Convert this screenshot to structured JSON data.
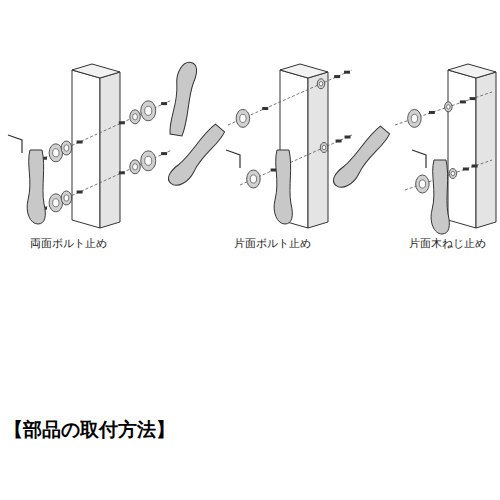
{
  "diagram": {
    "title": "【部品の取付方法】",
    "labels": [
      "両面ボルト止め",
      "片面ボルト止め",
      "片面木ねじ止め"
    ]
  }
}
